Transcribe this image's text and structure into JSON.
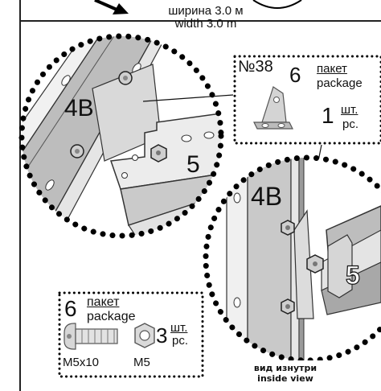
{
  "header": {
    "width_ru": "ширина 3.0 м",
    "width_en": "width 3.0 m"
  },
  "detail_left": {
    "part_label": "4В",
    "other_label": "5"
  },
  "detail_right": {
    "part_label": "4В",
    "other_label": "5",
    "view_ru": "вид изнутри",
    "view_en": "inside view"
  },
  "part_box": {
    "number": "№38",
    "packages": "6",
    "package_ru": "пакет",
    "package_en": "package",
    "qty": "1",
    "unit_ru": "шт.",
    "unit_en": "pc."
  },
  "hardware_box": {
    "packages": "6",
    "package_ru": "пакет",
    "package_en": "package",
    "qty": "3",
    "unit_ru": "шт.",
    "unit_en": "pc.",
    "bolt_label": "M5x10",
    "nut_label": "M5"
  },
  "colors": {
    "metal_light": "#e6e6e6",
    "metal_mid": "#c8c8c8",
    "metal_dark": "#8c8c8c",
    "dots": "#000000"
  }
}
